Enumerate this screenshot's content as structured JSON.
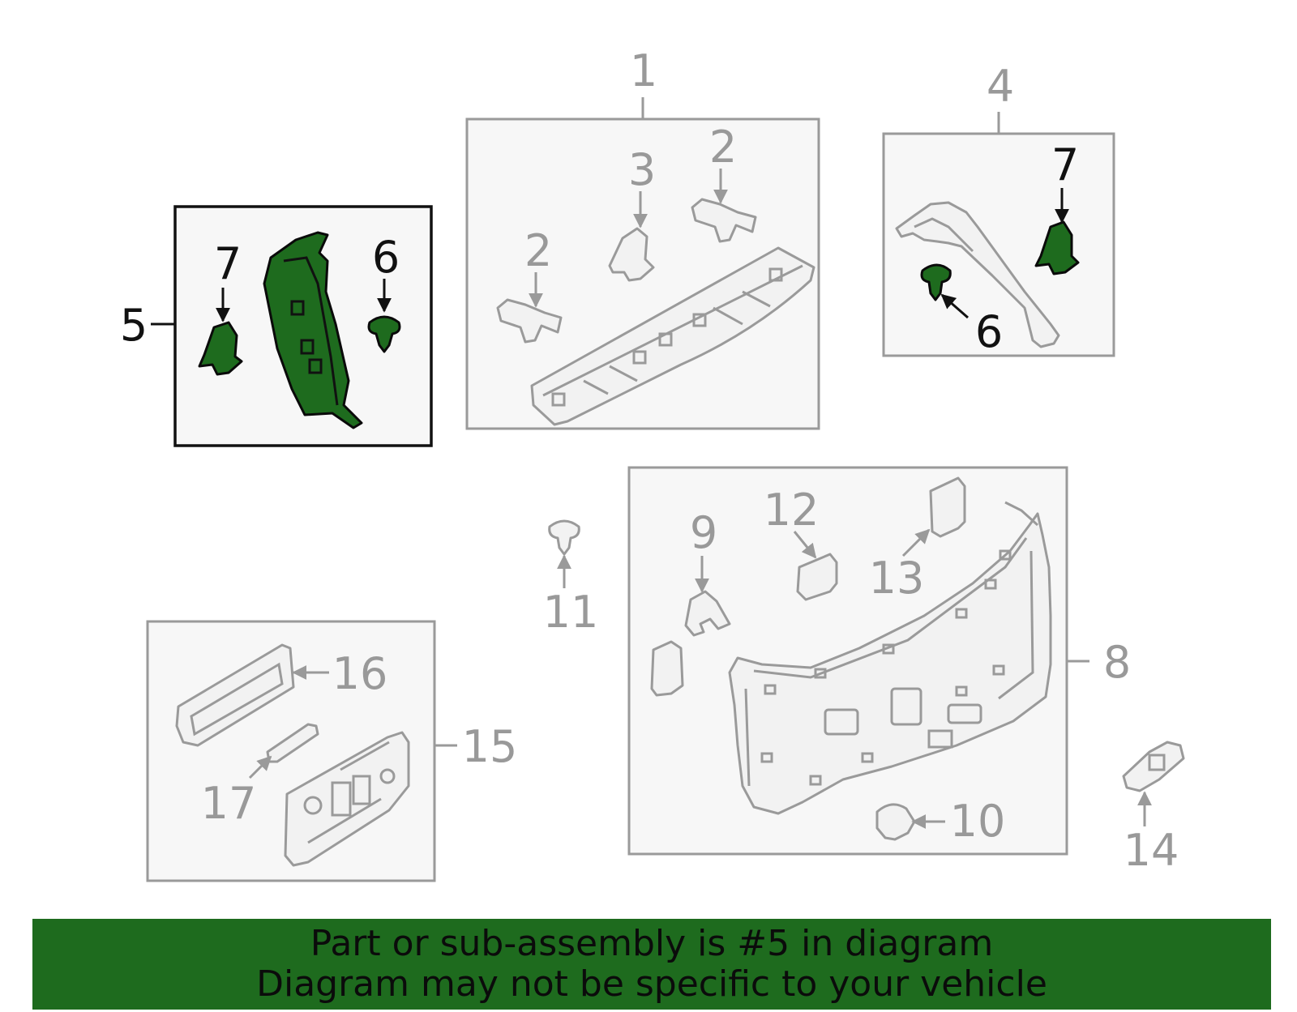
{
  "callouts": {
    "c1": "1",
    "c2a": "2",
    "c2b": "2",
    "c3": "3",
    "c4": "4",
    "c5": "5",
    "c6a": "6",
    "c6b": "6",
    "c7a": "7",
    "c7b": "7",
    "c8": "8",
    "c9": "9",
    "c10": "10",
    "c11": "11",
    "c12": "12",
    "c13": "13",
    "c14": "14",
    "c15": "15",
    "c16": "16",
    "c17": "17"
  },
  "highlight": {
    "part_number": "5",
    "color": "#1e6b1e"
  },
  "banner": {
    "line1": "Part or sub-assembly is #5 in diagram",
    "line2": "Diagram may not be specific to your vehicle"
  }
}
